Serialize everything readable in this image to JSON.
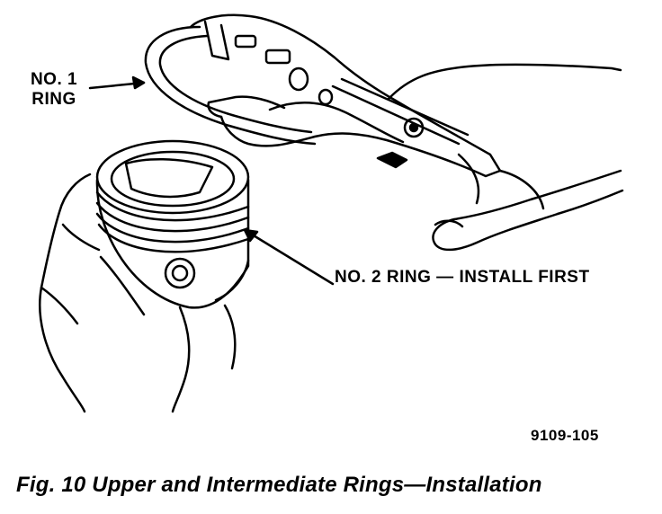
{
  "labels": {
    "ring1_line1": "NO. 1",
    "ring1_line2": "RING",
    "ring2": "NO. 2 RING — INSTALL FIRST"
  },
  "figure_number": "9109-105",
  "caption": "Fig. 10 Upper and Intermediate Rings—Installation",
  "icons": [
    "ring-expander-tool",
    "piston",
    "hand",
    "piston-ring"
  ],
  "colors": {
    "ink": "#000000",
    "paper": "#ffffff"
  }
}
